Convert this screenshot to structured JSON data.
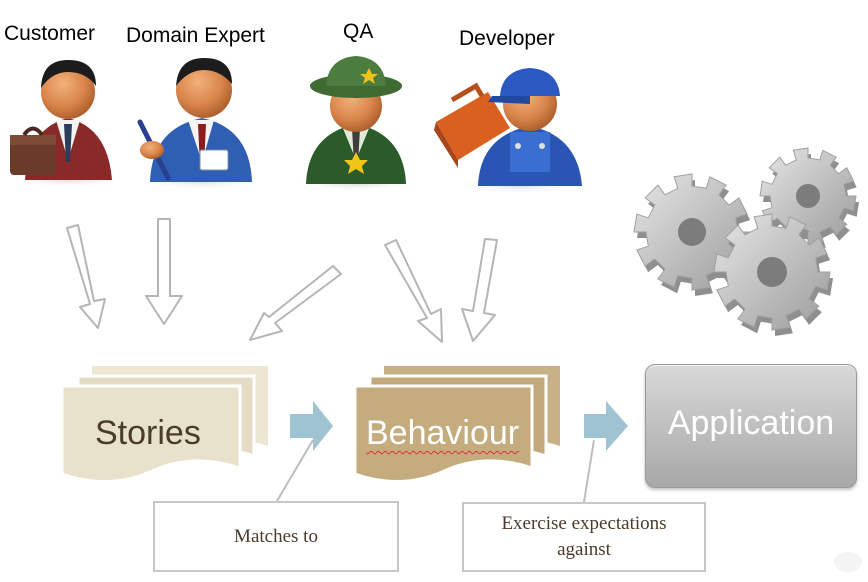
{
  "roles": {
    "customer": "Customer",
    "domain_expert": "Domain Expert",
    "qa": "QA",
    "developer": "Developer"
  },
  "artifacts": {
    "stories": "Stories",
    "behaviour": "Behaviour",
    "application": "Application"
  },
  "callouts": {
    "matches_to": "Matches to",
    "exercise_line1": "Exercise expectations",
    "exercise_line2": "against"
  },
  "colors": {
    "stories_doc": "#e8e1cc",
    "behaviour_doc": "#c5ac7f",
    "stories_text": "#4a3b2a",
    "flow_arrow": "#9fc3d1",
    "application_box": "#bdbdbd",
    "gear": "#b9b9b9"
  }
}
